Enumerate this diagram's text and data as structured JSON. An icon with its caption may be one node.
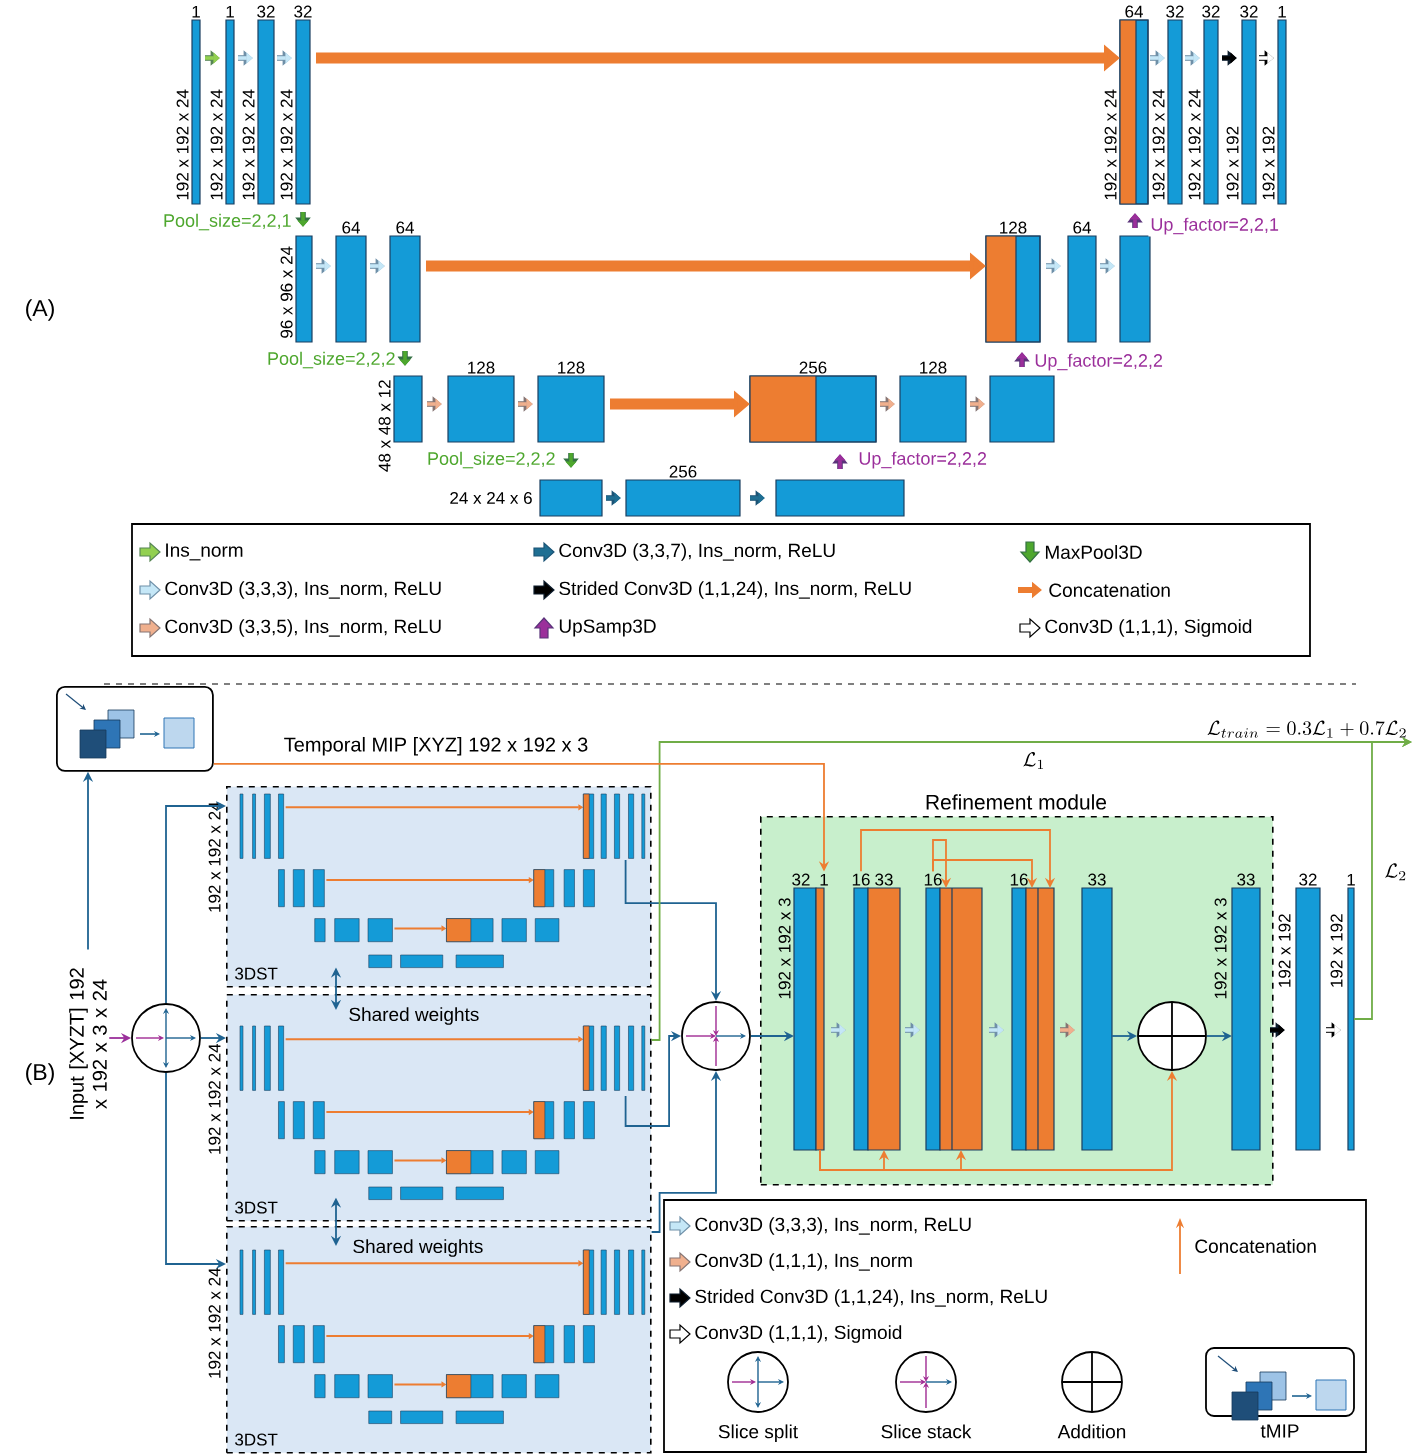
{
  "diagram": {
    "nodes": [
      {
        "text": [
          "1"
        ],
        "beside": [
          "192 x 192 x 24"
        ]
      },
      {
        "text": [
          "1"
        ],
        "beside": [
          "192 x 192 x 24"
        ]
      },
      {
        "text": [
          "32"
        ],
        "beside": [
          "192 x 192 x 24"
        ]
      },
      {
        "text": [
          "32"
        ],
        "beside": [
          "192 x 192 x 24"
        ]
      },
      {
        "text": [
          "64"
        ],
        "beside": [
          "192 x 192 x 24"
        ]
      },
      {
        "text": [
          "32"
        ],
        "beside": [
          "192 x 192 x 24"
        ]
      },
      {
        "text": [
          "32"
        ],
        "beside": [
          "192 x 192 x 24"
        ]
      },
      {
        "text": [
          "32"
        ],
        "beside": [
          "192 x 192"
        ]
      },
      {
        "text": [
          "1"
        ],
        "beside": [
          "192 x 192"
        ]
      },
      {
        "text": [],
        "shape": "bar",
        "beside": [
          "96 x 96 x 24"
        ]
      },
      {
        "text": [
          "64"
        ]
      },
      {
        "text": [
          "64"
        ]
      },
      {
        "text": [
          "128"
        ]
      },
      {
        "text": [
          "64"
        ]
      },
      {
        "text": [],
        "shape": "bar"
      },
      {
        "text": [],
        "shape": "bar",
        "beside": [
          "48 x 48 x 12"
        ]
      },
      {
        "text": [
          "128"
        ]
      },
      {
        "text": [
          "128"
        ]
      },
      {
        "text": [
          "256"
        ]
      },
      {
        "text": [
          "128"
        ]
      },
      {
        "text": [],
        "shape": "bar"
      },
      {
        "text": [],
        "shape": "bar",
        "beside": [
          "24 x 24 x 6"
        ]
      },
      {
        "text": [
          "256"
        ]
      },
      {
        "text": [],
        "shape": "bar"
      },
      {
        "text": [],
        "shape": "picture"
      },
      {
        "text": [
          "Input [XYZT] 192 x 192 x 3 x 24"
        ]
      },
      {
        "text": [],
        "shape": "circle"
      },
      {
        "text": [
          "3DST"
        ],
        "beside": [
          "192 x 192 x 24"
        ]
      },
      {
        "text": [
          "3DST"
        ],
        "beside": [
          "192 x 192 x 24"
        ]
      },
      {
        "text": [
          "3DST"
        ],
        "beside": [
          "192 x 192 x 24"
        ]
      },
      {
        "text": [],
        "shape": "circle"
      },
      {
        "text": [
          "Refinement module"
        ]
      },
      {
        "text": [
          "32"
        ],
        "in": 31,
        "beside": [
          "192 x 192 x 3"
        ]
      },
      {
        "text": [
          "1"
        ],
        "in": 31
      },
      {
        "text": [
          "16"
        ],
        "in": 31
      },
      {
        "text": [
          "33"
        ],
        "in": 31
      },
      {
        "text": [
          "16"
        ],
        "in": 31
      },
      {
        "text": [],
        "shape": "bar",
        "in": 31
      },
      {
        "text": [
          "16"
        ],
        "in": 31
      },
      {
        "text": [],
        "shape": "bar",
        "in": 31
      },
      {
        "text": [
          "33"
        ],
        "in": 31
      },
      {
        "text": [],
        "shape": "circle",
        "in": 31
      },
      {
        "text": [
          "33"
        ],
        "in": 31,
        "beside": [
          "192 x 192 x 3"
        ]
      },
      {
        "text": [
          "32"
        ],
        "beside": [
          "192 x 192"
        ]
      },
      {
        "text": [
          "1"
        ],
        "beside": [
          "192 x 192"
        ]
      },
      {
        "text": [
          "\\mathcal{L}_{train} = 0.3\\mathcal{L}_1 + 0.7\\mathcal{L}_2"
        ]
      }
    ],
    "edges": [
      {
        "from": 0,
        "to": 1,
        "arrow": "to",
        "color": "#92d050"
      },
      {
        "from": 1,
        "to": 2,
        "arrow": "to",
        "color": "#c5e7f7"
      },
      {
        "from": 2,
        "to": 3,
        "arrow": "to",
        "color": "#c5e7f7"
      },
      {
        "from": 3,
        "to": 4,
        "arrow": "to",
        "style": "thick",
        "color": "#ed7d31"
      },
      {
        "from": 4,
        "to": 5,
        "arrow": "to",
        "color": "#c5e7f7"
      },
      {
        "from": 5,
        "to": 6,
        "arrow": "to",
        "color": "#c5e7f7"
      },
      {
        "from": 6,
        "to": 7,
        "arrow": "to",
        "color": "#000000"
      },
      {
        "from": 7,
        "to": 8,
        "arrow": "to",
        "color": "#ffffff"
      },
      {
        "from": 3,
        "to": 9,
        "arrow": "to",
        "label": "Pool_size=2,2,1",
        "color": "#4ea72e"
      },
      {
        "from": 9,
        "to": 10,
        "arrow": "to",
        "color": "#c5e7f7"
      },
      {
        "from": 10,
        "to": 11,
        "arrow": "to",
        "color": "#c5e7f7"
      },
      {
        "from": 11,
        "to": 12,
        "arrow": "to",
        "style": "thick",
        "color": "#ed7d31"
      },
      {
        "from": 12,
        "to": 13,
        "arrow": "to",
        "color": "#c5e7f7"
      },
      {
        "from": 13,
        "to": 14,
        "arrow": "to",
        "color": "#c5e7f7"
      },
      {
        "from": 14,
        "to": 4,
        "arrow": "to",
        "label": "Up_factor=2,2,1",
        "color": "#9b2f9b"
      },
      {
        "from": 11,
        "to": 15,
        "arrow": "to",
        "label": "Pool_size=2,2,2",
        "color": "#4ea72e"
      },
      {
        "from": 15,
        "to": 16,
        "arrow": "to",
        "color": "#f0b08e"
      },
      {
        "from": 16,
        "to": 17,
        "arrow": "to",
        "color": "#f0b08e"
      },
      {
        "from": 17,
        "to": 18,
        "arrow": "to",
        "style": "thick",
        "color": "#ed7d31"
      },
      {
        "from": 18,
        "to": 19,
        "arrow": "to",
        "color": "#f0b08e"
      },
      {
        "from": 19,
        "to": 20,
        "arrow": "to",
        "color": "#f0b08e"
      },
      {
        "from": 20,
        "to": 12,
        "arrow": "to",
        "label": "Up_factor=2,2,2",
        "color": "#9b2f9b"
      },
      {
        "from": 17,
        "to": 21,
        "arrow": "to",
        "label": "Pool_size=2,2,2",
        "color": "#4ea72e"
      },
      {
        "from": 21,
        "to": 22,
        "arrow": "to",
        "color": "#1f6f93"
      },
      {
        "from": 22,
        "to": 23,
        "arrow": "to",
        "color": "#1f6f93"
      },
      {
        "from": 23,
        "to": 18,
        "arrow": "to",
        "label": "Up_factor=2,2,2",
        "color": "#9b2f9b"
      },
      {
        "from": 25,
        "to": 24,
        "arrow": "to"
      },
      {
        "from": 25,
        "to": 26,
        "arrow": "to",
        "color": "#9b2f9b"
      },
      {
        "from": 26,
        "to": 27,
        "arrow": "to"
      },
      {
        "from": 26,
        "to": 28,
        "arrow": "to"
      },
      {
        "from": 26,
        "to": 29,
        "arrow": "to"
      },
      {
        "from": 27,
        "to": 28,
        "arrow": "both",
        "label": "Shared weights"
      },
      {
        "from": 28,
        "to": 29,
        "arrow": "both",
        "label": "Shared weights"
      },
      {
        "from": 27,
        "to": 30,
        "arrow": "to"
      },
      {
        "from": 28,
        "to": 30,
        "arrow": "to"
      },
      {
        "from": 29,
        "to": 30,
        "arrow": "to"
      },
      {
        "from": 28,
        "to": 45,
        "arrow": "to",
        "label": "\\mathcal{L}_1",
        "color": "#70ad47"
      },
      {
        "from": 24,
        "to": 33,
        "arrow": "to",
        "label": "Temporal MIP [XYZ] 192 x 192 x 3",
        "color": "#ed7d31"
      },
      {
        "from": 30,
        "to": 32,
        "arrow": "to"
      },
      {
        "from": 33,
        "to": 34,
        "arrow": "to",
        "color": "#c5e7f7"
      },
      {
        "from": 35,
        "to": 36,
        "arrow": "to",
        "color": "#c5e7f7"
      },
      {
        "from": 37,
        "to": 38,
        "arrow": "to",
        "color": "#c5e7f7"
      },
      {
        "from": 39,
        "to": 40,
        "arrow": "to",
        "color": "#f0b08e"
      },
      {
        "from": 40,
        "to": 41,
        "arrow": "to"
      },
      {
        "from": 41,
        "to": 42,
        "arrow": "to"
      },
      {
        "from": 42,
        "to": 43,
        "arrow": "to",
        "color": "#000000"
      },
      {
        "from": 43,
        "to": 44,
        "arrow": "to",
        "color": "#ffffff"
      },
      {
        "from": 44,
        "to": 45,
        "arrow": "to",
        "label": "\\mathcal{L}_2",
        "color": "#70ad47"
      },
      {
        "from": 33,
        "to": 35,
        "arrow": "to",
        "color": "#ed7d31"
      },
      {
        "from": 33,
        "to": 37,
        "arrow": "to",
        "color": "#ed7d31"
      },
      {
        "from": 33,
        "to": 41,
        "arrow": "to",
        "color": "#ed7d31"
      },
      {
        "from": 34,
        "to": 39,
        "arrow": "to",
        "color": "#ed7d31"
      },
      {
        "from": 36,
        "to": 37,
        "arrow": "to",
        "color": "#ed7d31"
      },
      {
        "from": 36,
        "to": 39,
        "arrow": "to",
        "color": "#ed7d31"
      }
    ],
    "labels": [
      "(A)",
      "(B)"
    ],
    "legend": [
      {
        "text": "Ins_norm"
      },
      {
        "text": "Conv3D (3,3,7), Ins_norm, ReLU"
      },
      {
        "text": "MaxPool3D"
      },
      {
        "text": "Conv3D (3,3,3), Ins_norm, ReLU"
      },
      {
        "text": "Strided Conv3D (1,1,24), Ins_norm, ReLU"
      },
      {
        "text": "Concatenation"
      },
      {
        "text": "Conv3D (3,3,5), Ins_norm, ReLU"
      },
      {
        "text": "UpSamp3D"
      },
      {
        "text": "Conv3D (1,1,1), Sigmoid"
      },
      {
        "text": "Conv3D (3,3,3), Ins_norm, ReLU"
      },
      {
        "text": "Concatenation"
      },
      {
        "text": "Conv3D (1,1,1), Ins_norm"
      },
      {
        "text": "Strided Conv3D (1,1,24), Ins_norm, ReLU"
      },
      {
        "text": "Conv3D (1,1,1), Sigmoid"
      },
      {
        "text": "Slice split"
      },
      {
        "text": "Slice stack"
      },
      {
        "text": "Addition"
      },
      {
        "text": "tMIP"
      }
    ]
  }
}
